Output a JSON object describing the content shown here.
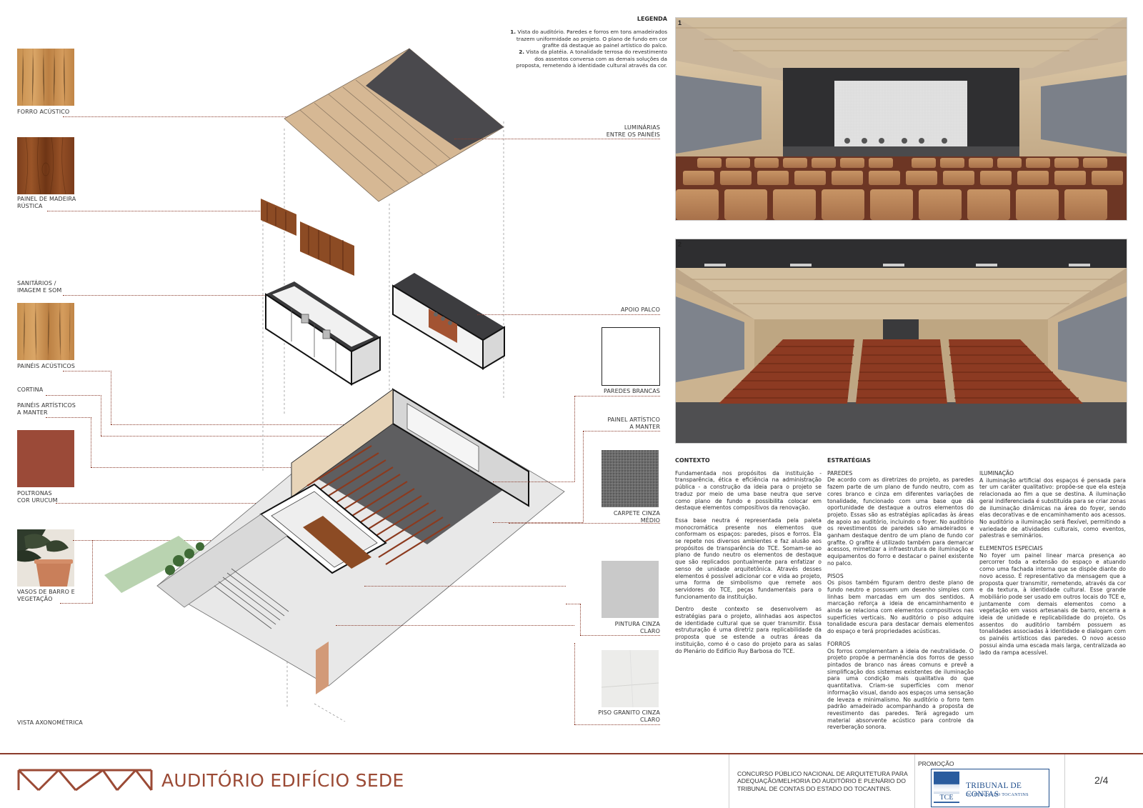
{
  "legend": {
    "title": "LEGENDA",
    "items": [
      {
        "num": "1.",
        "text": "Vista do auditório. Paredes e forros em tons amadeirados trazem uniformidade ao projeto. O plano de fundo em cor grafite dá destaque ao painel artístico do palco."
      },
      {
        "num": "2.",
        "text": "Vista da platéia. A tonalidade terrosa do revestimento dos assentos conversa com as demais soluções da proposta, remetendo à identidade cultural através da cor."
      }
    ]
  },
  "left_labels": {
    "forro": "FORRO ACÚSTICO",
    "painel_madeira_1": "PAINEL DE MADEIRA",
    "painel_madeira_2": "RÚSTICA",
    "sanitarios_1": "SANITÁRIOS /",
    "sanitarios_2": "IMAGEM E SOM",
    "paineis_acusticos": "PAINÉIS ACÚSTICOS",
    "cortina": "CORTINA",
    "paineis_artisticos_1": "PAINÉIS ARTÍSTICOS",
    "paineis_artisticos_2": "A MANTER",
    "poltronas_1": "POLTRONAS",
    "poltronas_2": "COR URUCUM",
    "vasos_1": "VASOS DE BARRO E",
    "vasos_2": "VEGETAÇÃO",
    "vista": "VISTA AXONOMÉTRICA"
  },
  "right_labels": {
    "luminarias_1": "LUMINÁRIAS",
    "luminarias_2": "ENTRE OS PAINÉIS",
    "apoio_palco": "APOIO PALCO",
    "paredes_brancas": "PAREDES BRANCAS",
    "painel_artistico_1": "PAINEL ARTÍSTICO",
    "painel_artistico_2": "A MANTER",
    "carpete_1": "CARPETE CINZA",
    "carpete_2": "MÉDIO",
    "pintura_1": "PINTURA CINZA",
    "pintura_2": "CLARO",
    "piso_1": "PISO GRANITO CINZA",
    "piso_2": "CLARO"
  },
  "renders": {
    "one": "1",
    "two": "2"
  },
  "text": {
    "contexto_title": "CONTEXTO",
    "contexto_p1": "Fundamentada nos propósitos da instituição - transparência, ética e eficiência na administração pública - a construção da ideia para o projeto se traduz por meio de uma base neutra que serve como plano de fundo e possibilita colocar em destaque elementos compositivos da renovação.",
    "contexto_p2": "Essa base neutra é representada pela paleta monocromática presente nos elementos que conformam os espaços: paredes, pisos e forros. Ela se repete nos diversos ambientes e faz alusão aos propósitos de transparência do TCE. Somam-se ao plano de fundo neutro os elementos de destaque que são replicados pontualmente para enfatizar o senso de unidade arquitetônica. Através desses elementos é possível adicionar cor e vida ao projeto, uma forma de simbolismo que remete aos servidores do TCE, peças fundamentais para o funcionamento da instituição.",
    "contexto_p3": "Dentro deste contexto se desenvolvem as estratégias para o projeto, alinhadas aos aspectos de identidade cultural que se quer transmitir. Essa estruturação é uma diretriz para replicabilidade da proposta que se estende a outras áreas da instituição, como é o caso do projeto para as salas do Plenário do Edifício Ruy Barbosa do TCE.",
    "estrategias_title": "ESTRATÉGIAS",
    "paredes_sub": "PAREDES",
    "paredes_p": "De acordo com as diretrizes do projeto, as paredes fazem parte de um plano de fundo neutro, com as cores branco e cinza em diferentes variações de tonalidade, funcionado com uma base que dá oportunidade de destaque a outros elementos do projeto. Essas são as estratégias aplicadas às áreas de apoio ao auditório, incluindo o foyer. No auditório os revestimentos de paredes são amadeirados e ganham destaque dentro de um plano de fundo cor grafite. O grafite é utilizado também para demarcar acessos, mimetizar a infraestrutura de iluminação e equipamentos do forro e destacar o painel existente no palco.",
    "pisos_sub": "PISOS",
    "pisos_p": "Os pisos também figuram dentro deste plano de fundo neutro e possuem um desenho simples com linhas bem marcadas em um dos sentidos. A marcação reforça a ideia de encaminhamento e ainda se relaciona com elementos compositivos nas superfícies verticais. No auditório o piso adquire tonalidade escura para destacar demais elementos do espaço e terá propriedades acústicas.",
    "forros_sub": "FORROS",
    "forros_p": "Os forros complementam a ideia de neutralidade. O projeto propõe a permanência dos forros de gesso pintados de branco nas áreas comuns e prevê a simplificação dos sistemas existentes de iluminação para uma condição mais qualitativa do que quantitativa. Criam-se superfícies com menor informação visual, dando aos espaços uma sensação de leveza e minimalismo. No auditório o forro tem padrão amadeirado acompanhando a proposta de revestimento das paredes. Terá agregado um material absorvente acústico para controle da reverberação sonora.",
    "iluminacao_sub": "ILUMINAÇÃO",
    "iluminacao_p": "A iluminação artificial dos espaços é pensada para ter um caráter qualitativo: propõe-se que ela esteja relacionada ao fim a que se destina. A iluminação geral indiferenciada é substituída para se criar zonas de iluminação dinâmicas na área do foyer, sendo elas decorativas e de encaminhamento aos acessos. No auditório a iluminação será flexível, permitindo a variedade de atividades culturais, como eventos, palestras e seminários.",
    "elementos_sub": "ELEMENTOS ESPECIAIS",
    "elementos_p": "No foyer um painel linear marca presença ao percorrer toda a extensão do espaço e atuando como uma fachada interna que se dispõe diante do novo acesso. É representativo da mensagem que a proposta quer transmitir, remetendo, através da cor e da textura, à identidade cultural. Esse grande mobiliário pode ser usado em outros locais do TCE e, juntamente com demais elementos como a vegetação em vasos artesanais de barro, encerra a ideia de unidade e replicabilidade do projeto. Os assentos do auditório também possuem as tonalidades associadas à identidade e dialogam com os painéis artísticos das paredes. O novo acesso possui ainda uma escada mais larga, centralizada ao lado da rampa acessível."
  },
  "footer": {
    "title": "AUDITÓRIO EDIFÍCIO SEDE",
    "contest": "CONCURSO PÚBLICO NACIONAL DE ARQUITETURA PARA ADEQUAÇÃO/MELHORIA DO AUDITÓRIO E PLENÁRIO DO TRIBUNAL DE CONTAS DO ESTADO DO TOCANTINS.",
    "promo_label": "PROMOÇÃO",
    "logo_abbr": "TCE",
    "logo_name": "TRIBUNAL DE CONTAS",
    "logo_sub": "DO ESTADO DO TOCANTINS",
    "page": "2/4"
  },
  "colors": {
    "accent": "#8a3b2b",
    "urucum": "#9b4a38",
    "wood_light": "#c58f50",
    "wood_dark": "#8a4c25"
  }
}
